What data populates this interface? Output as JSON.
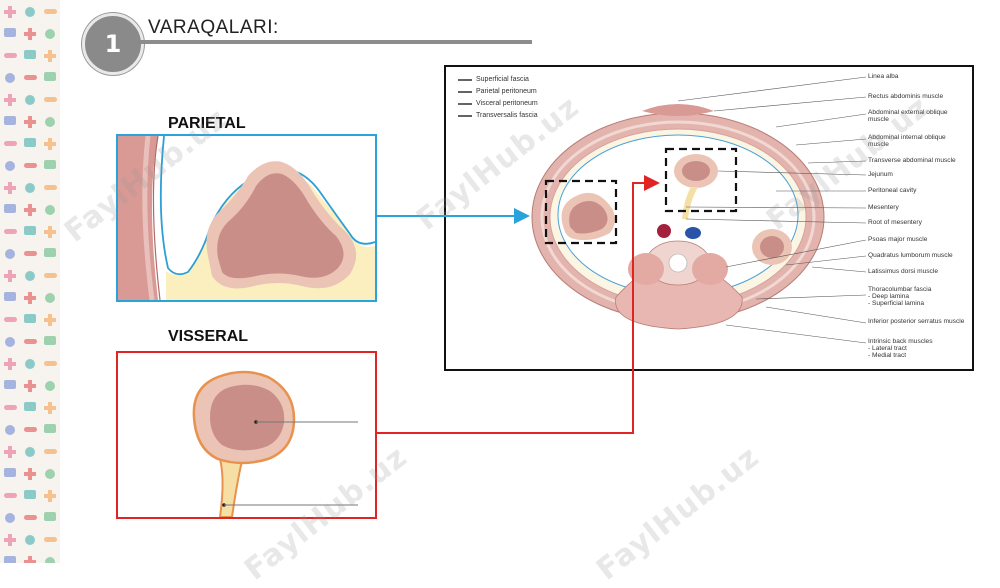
{
  "slide": {
    "number": "1",
    "title": "VARAQALARI:"
  },
  "panels": {
    "parietal_label": "PARIETAL",
    "visseral_label": "VISSERAL"
  },
  "diagram": {
    "legend": [
      "Superficial fascia",
      "Parietal peritoneum",
      "Visceral peritoneum",
      "Transversalis fascia"
    ],
    "labels": [
      "Linea alba",
      "Rectus abdominis muscle",
      "Abdominal external oblique muscle",
      "Abdominal internal oblique muscle",
      "Transverse abdominal muscle",
      "Jejunum",
      "Peritoneal cavity",
      "Mesentery",
      "Root of mesentery",
      "Psoas major muscle",
      "Quadratus lumborum muscle",
      "Latissimus dorsi muscle",
      "Thoracolumbar fascia",
      "- Deep lamina",
      "- Superficial lamina",
      "Inferior posterior serratus muscle",
      "Intrinsic back muscles",
      "- Lateral tract",
      "- Medial tract"
    ]
  },
  "watermark": "FaylHub.uz",
  "colors": {
    "parietal_border": "#29a3db",
    "visseral_border": "#e02424",
    "title_badge": "#8a8a8a",
    "organ_fill": "#c98e88",
    "organ_rim": "#ebc4b5",
    "fat_fill": "#fbefc0"
  }
}
